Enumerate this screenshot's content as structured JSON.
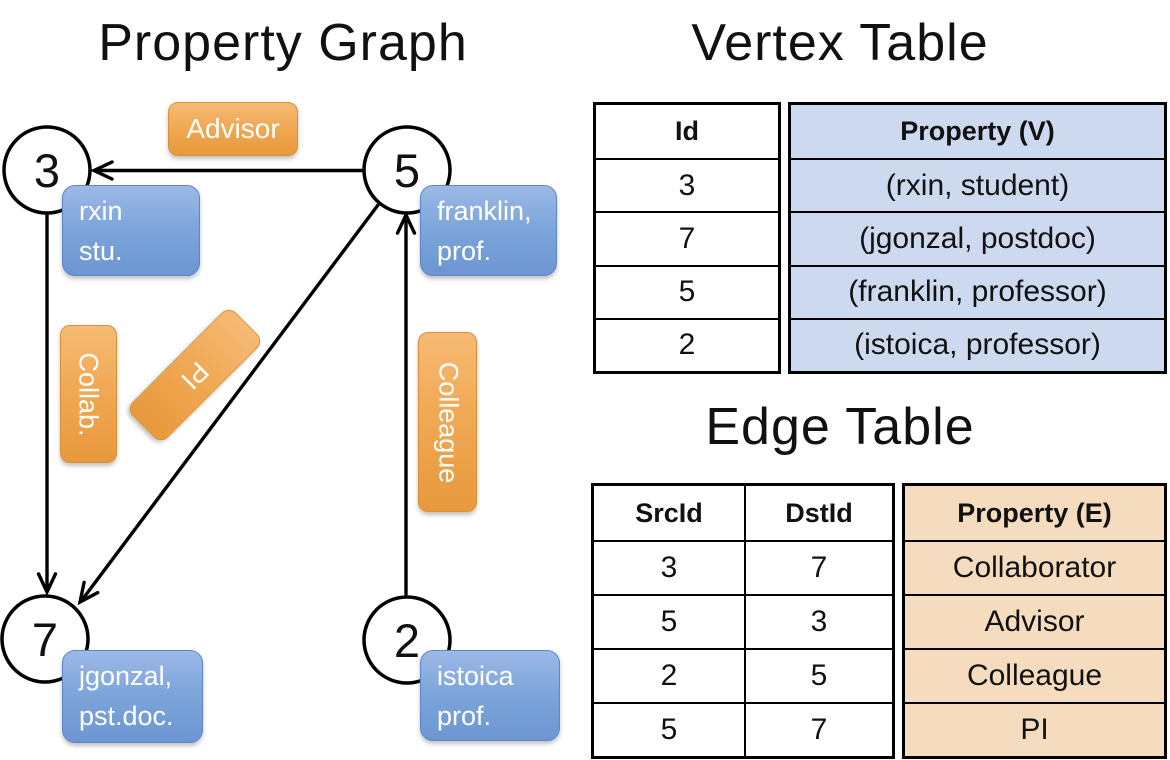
{
  "graph": {
    "title": "Property Graph",
    "nodes": [
      {
        "id": "3"
      },
      {
        "id": "5"
      },
      {
        "id": "7"
      },
      {
        "id": "2"
      }
    ],
    "node_properties": [
      {
        "line1": "rxin",
        "line2": "stu."
      },
      {
        "line1": "franklin,",
        "line2": "prof."
      },
      {
        "line1": "jgonzal,",
        "line2": "pst.doc."
      },
      {
        "line1": "istoica",
        "line2": "prof."
      }
    ],
    "edge_labels": [
      {
        "label": "Advisor"
      },
      {
        "label": "Collab."
      },
      {
        "label": "PI"
      },
      {
        "label": "Colleague"
      }
    ]
  },
  "vertex_table": {
    "title": "Vertex Table",
    "headers": {
      "id": "Id",
      "property": "Property (V)"
    },
    "rows": [
      {
        "id": "3",
        "property": "(rxin, student)"
      },
      {
        "id": "7",
        "property": "(jgonzal, postdoc)"
      },
      {
        "id": "5",
        "property": "(franklin, professor)"
      },
      {
        "id": "2",
        "property": "(istoica, professor)"
      }
    ]
  },
  "edge_table": {
    "title": "Edge Table",
    "headers": {
      "src": "SrcId",
      "dst": "DstId",
      "property": "Property (E)"
    },
    "rows": [
      {
        "src": "3",
        "dst": "7",
        "property": "Collaborator"
      },
      {
        "src": "5",
        "dst": "3",
        "property": "Advisor"
      },
      {
        "src": "2",
        "dst": "5",
        "property": "Colleague"
      },
      {
        "src": "5",
        "dst": "7",
        "property": "PI"
      }
    ]
  },
  "colors": {
    "edge_label_orange": "#f0a64e",
    "vertex_label_blue": "#7fa8dc",
    "vertex_property_bg": "#cdd9ee",
    "edge_property_bg": "#f6dcbf",
    "line_black": "#000000"
  }
}
